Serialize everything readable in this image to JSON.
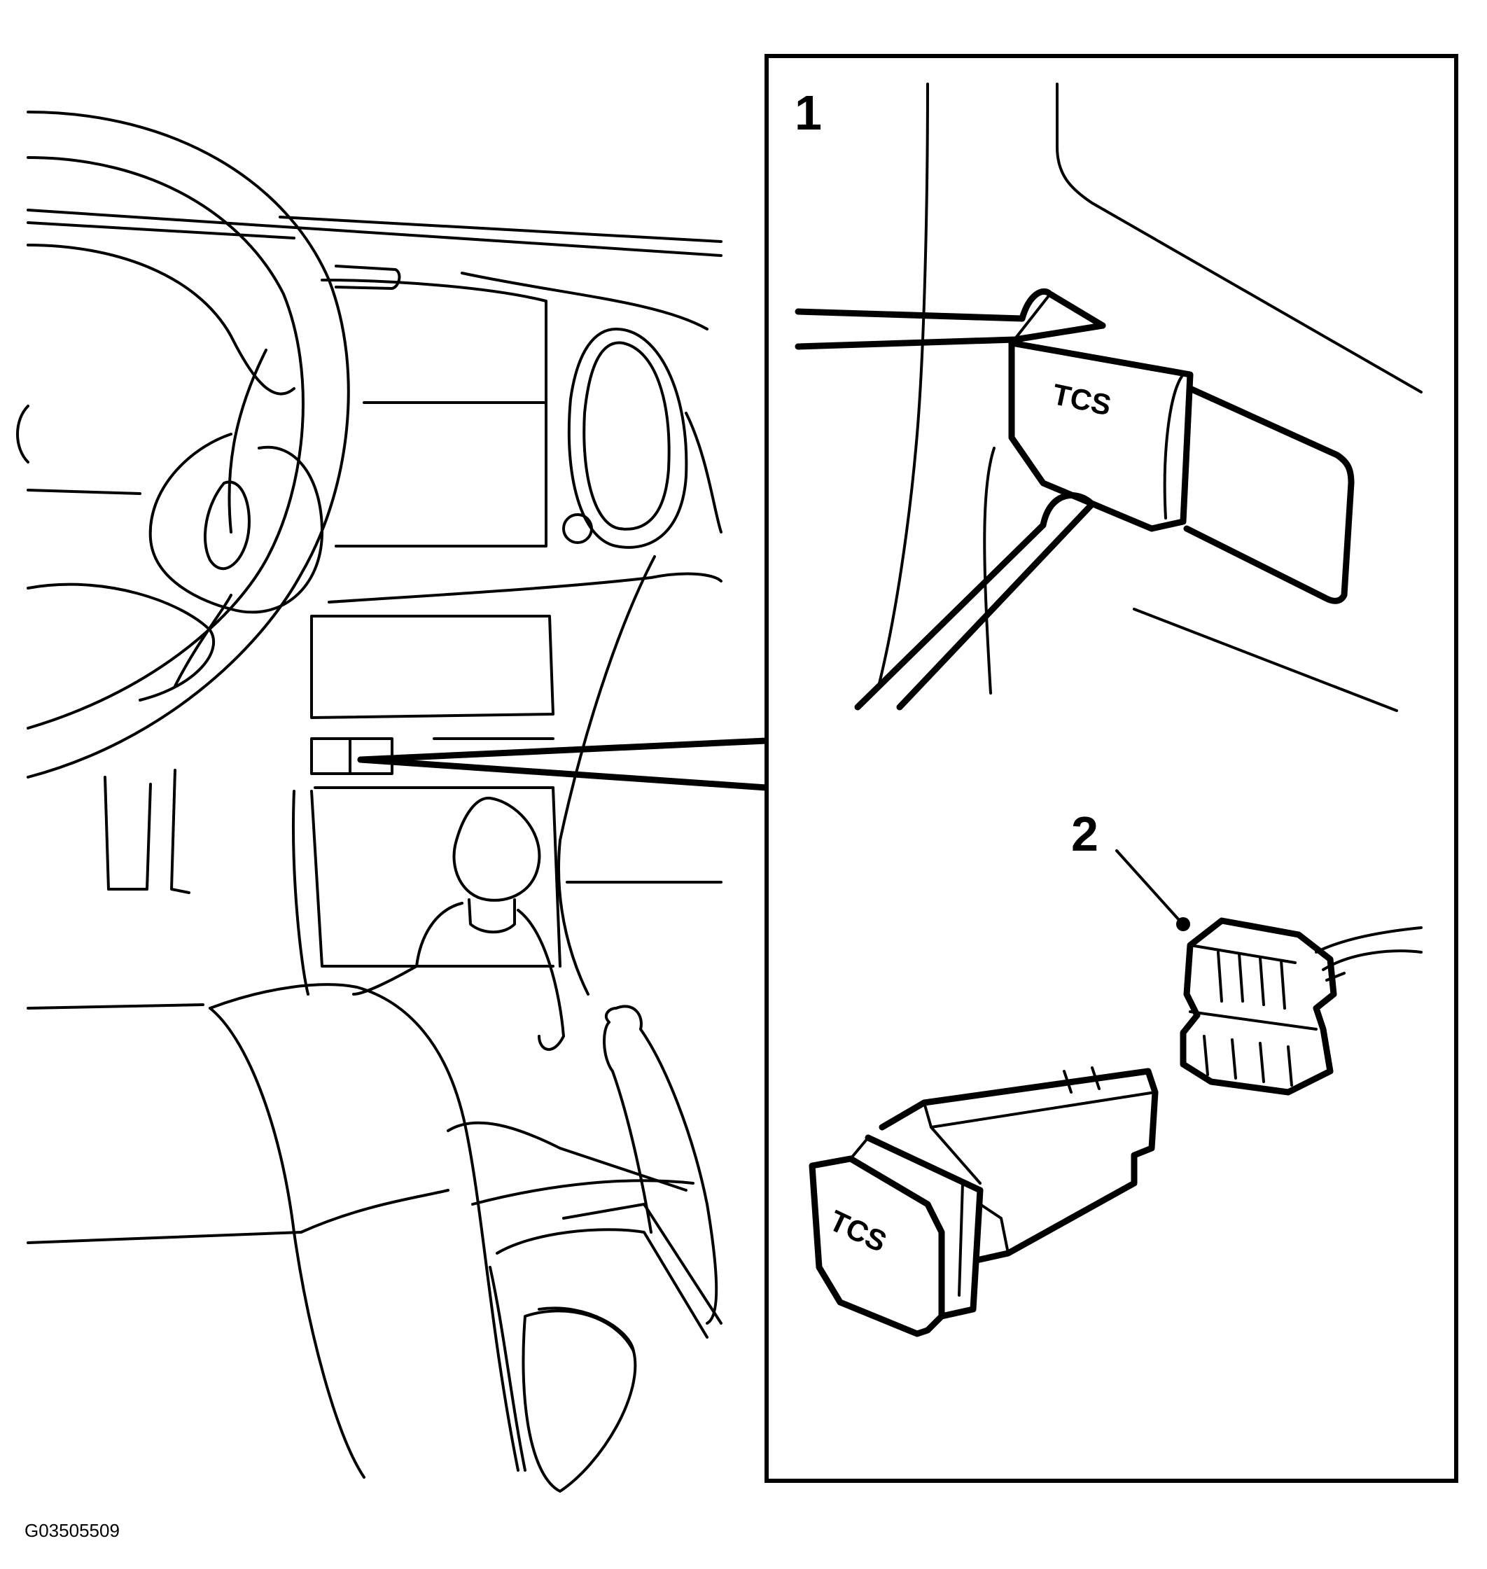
{
  "figure": {
    "id_code": "G03505509",
    "colors": {
      "line": "#000000",
      "background": "#ffffff"
    }
  },
  "inset": {
    "callouts": [
      {
        "number": "1"
      },
      {
        "number": "2"
      }
    ],
    "switch_label_top": "TCS",
    "switch_label_bottom": "TCS"
  }
}
